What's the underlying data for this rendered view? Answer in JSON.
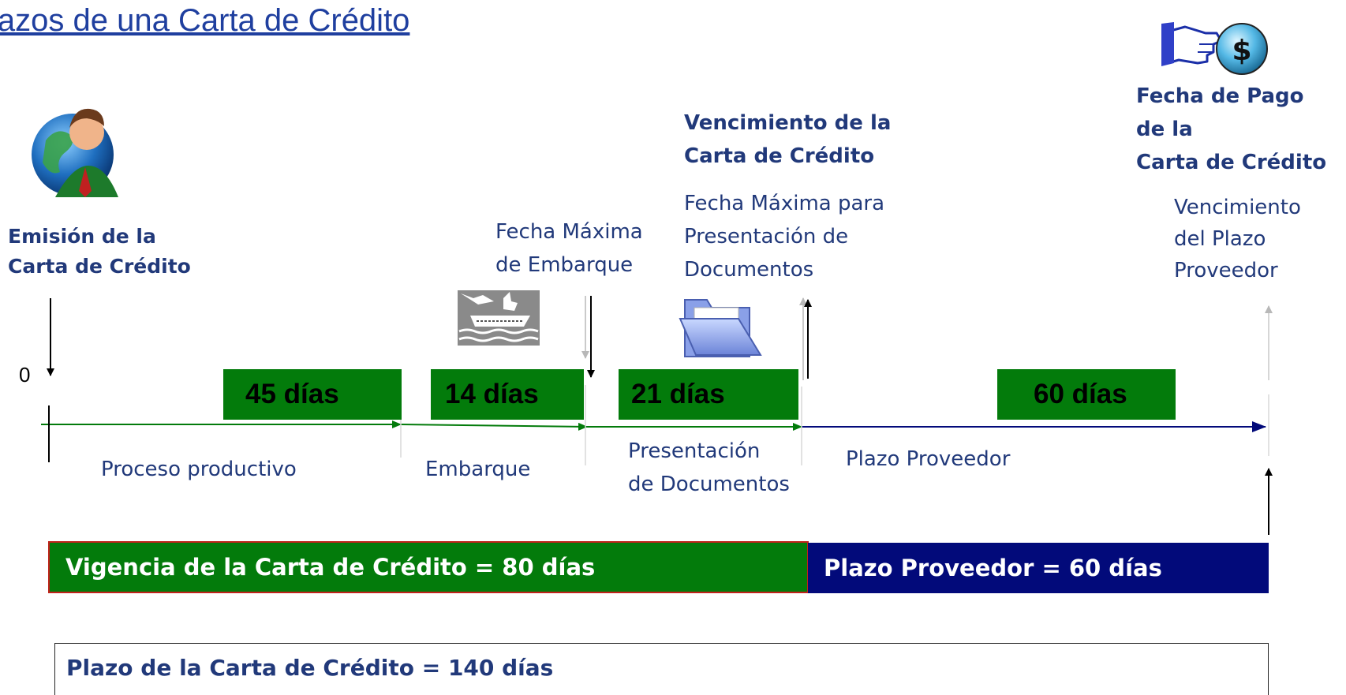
{
  "title": "lazos de una Carta de Crédito",
  "milestones": {
    "emision": "Emisión de la\nCarta de Crédito",
    "fecha_max_embarque": "Fecha Máxima\nde Embarque",
    "vencimiento_carta": "Vencimiento de la\nCarta de Crédito",
    "fecha_max_presentacion": "Fecha Máxima para\nPresentación de\nDocumentos",
    "fecha_pago": "Fecha de Pago\nde la\nCarta de Crédito",
    "vencimiento_plazo": "Vencimiento\ndel Plazo\nProveedor"
  },
  "zero_label": "0",
  "durations": [
    "45 días",
    "14 días",
    "21 días",
    "60 días"
  ],
  "phases": [
    "Proceso productivo",
    "Embarque",
    "Presentación\nde Documentos",
    "Plazo Proveedor"
  ],
  "summary": {
    "vigencia": "Vigencia de la Carta de Crédito = 80 días",
    "plazo_proveedor": "Plazo Proveedor = 60 días",
    "plazo_total": "Plazo de la Carta de Crédito = 140 días"
  },
  "colors": {
    "green": "#037b0b",
    "navy": "#020a7a",
    "text": "#21397a",
    "red_border": "#c0221a"
  },
  "icons": [
    "globe-person-icon",
    "ship-icon",
    "folder-icon",
    "pointing-hand-icon",
    "dollar-coin-icon"
  ]
}
